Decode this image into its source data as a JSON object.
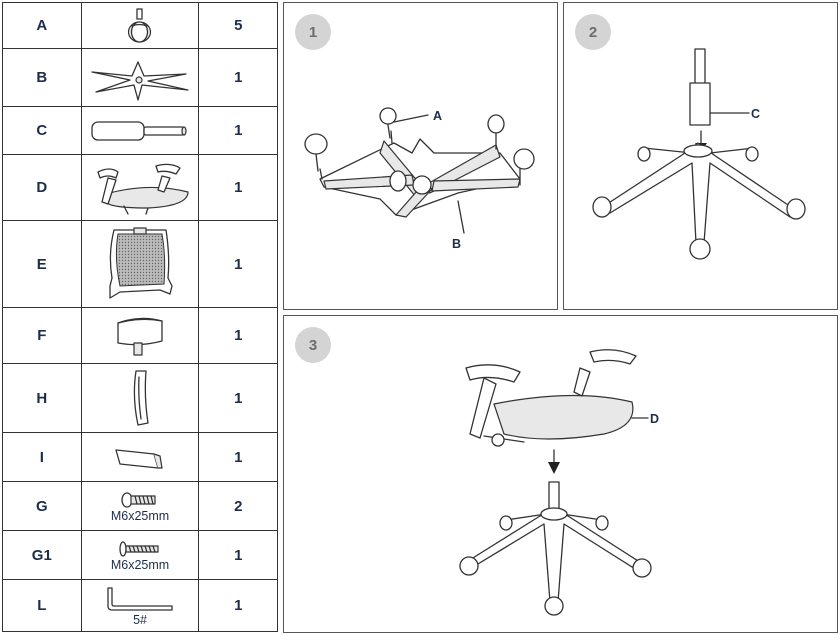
{
  "parts": [
    {
      "letter": "A",
      "qty": "5",
      "icon": "caster-wheel-icon"
    },
    {
      "letter": "B",
      "qty": "1",
      "icon": "five-star-base-icon"
    },
    {
      "letter": "C",
      "qty": "1",
      "icon": "gas-cylinder-icon"
    },
    {
      "letter": "D",
      "qty": "1",
      "icon": "seat-with-armrests-icon"
    },
    {
      "letter": "E",
      "qty": "1",
      "icon": "mesh-backrest-icon"
    },
    {
      "letter": "F",
      "qty": "1",
      "icon": "headrest-icon"
    },
    {
      "letter": "H",
      "qty": "1",
      "icon": "lumbar-support-icon"
    },
    {
      "letter": "I",
      "qty": "1",
      "icon": "cover-plate-icon"
    },
    {
      "letter": "G",
      "qty": "2",
      "icon": "short-screw-icon",
      "spec": "M6x25mm"
    },
    {
      "letter": "G1",
      "qty": "1",
      "icon": "long-screw-icon",
      "spec": "M6x25mm"
    },
    {
      "letter": "L",
      "qty": "1",
      "icon": "allen-key-icon",
      "spec": "5#"
    }
  ],
  "steps": [
    {
      "number": "1",
      "labels": [
        "A",
        "B"
      ]
    },
    {
      "number": "2",
      "labels": [
        "C"
      ]
    },
    {
      "number": "3",
      "labels": [
        "D"
      ]
    }
  ]
}
